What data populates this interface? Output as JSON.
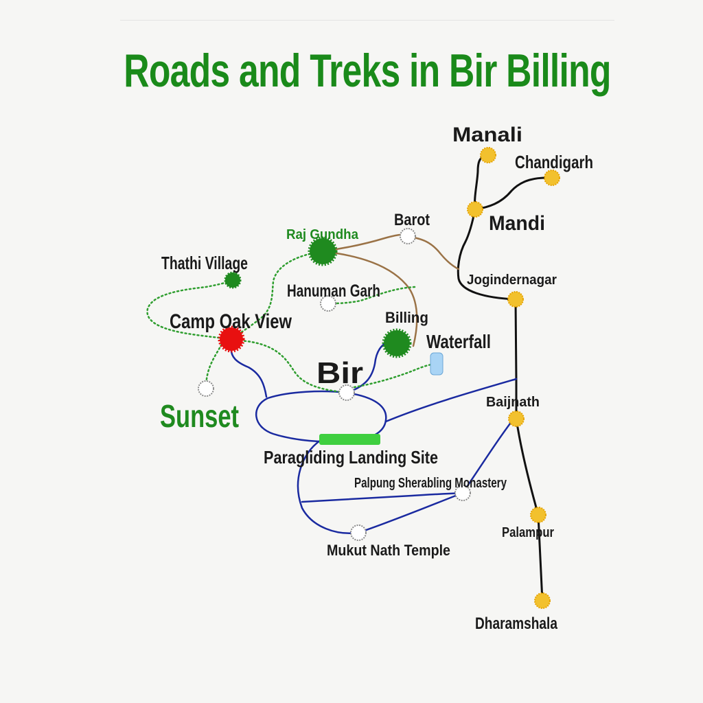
{
  "title": "Roads and Treks in Bir Billing",
  "colors": {
    "title": "#1a8a1a",
    "highway": "#111111",
    "local_road": "#1a2aa0",
    "trek_trail": "#2f9e2f",
    "dirt_road": "#9a7246",
    "town_marker": "#f2c12e",
    "landmark_marker": "#ffffff",
    "summit_marker": "#1f8a1f",
    "camp_marker": "#e81010",
    "landing_site": "#3fcf3f",
    "waterfall_marker": "#a9d4f5"
  },
  "places": {
    "manali": "Manali",
    "chandigarh": "Chandigarh",
    "mandi": "Mandi",
    "barot": "Barot",
    "raj_gundha": "Raj Gundha",
    "thathi_village": "Thathi Village",
    "jogindernagar": "Jogindernagar",
    "hanuman_garh": "Hanuman Garh",
    "camp_oak_view": "Camp Oak View",
    "billing": "Billing",
    "waterfall": "Waterfall",
    "bir": "Bir",
    "sunset": "Sunset",
    "baijnath": "Baijnath",
    "paragliding_landing_site": "Paragliding Landing Site",
    "palpung_monastery": "Palpung Sherabling Monastery",
    "palampur": "Palampur",
    "mukut_nath_temple": "Mukut Nath Temple",
    "dharamshala": "Dharamshala"
  }
}
